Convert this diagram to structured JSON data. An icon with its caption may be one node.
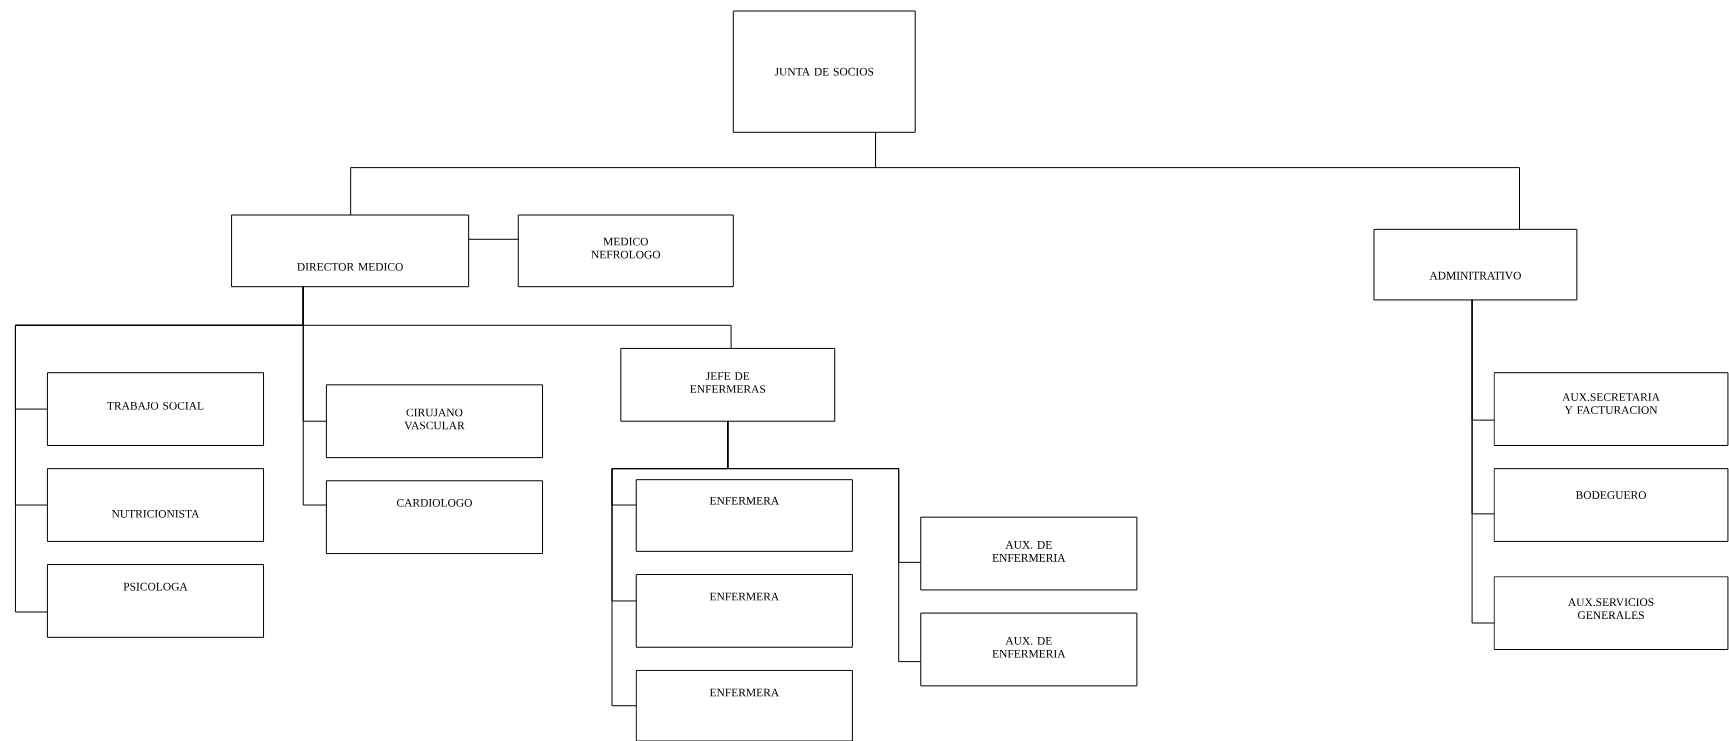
{
  "diagram": {
    "nodes": [
      {
        "text": [
          "JUNTA DE SOCIOS"
        ]
      },
      {
        "text": [
          "DIRECTOR MEDICO"
        ]
      },
      {
        "text": [
          "MEDICO NEFROLOGO"
        ]
      },
      {
        "text": [
          "ADMINITRATIVO"
        ]
      },
      {
        "text": [
          "TRABAJO SOCIAL"
        ]
      },
      {
        "text": [
          "NUTRICIONISTA"
        ]
      },
      {
        "text": [
          "PSICOLOGA"
        ]
      },
      {
        "text": [
          "CIRUJANO VASCULAR"
        ]
      },
      {
        "text": [
          "CARDIOLOGO"
        ]
      },
      {
        "text": [
          "JEFE DE ENFERMERAS"
        ]
      },
      {
        "text": [
          "ENFERMERA"
        ]
      },
      {
        "text": [
          "ENFERMERA"
        ]
      },
      {
        "text": [
          "ENFERMERA"
        ]
      },
      {
        "text": [
          "AUX. DE ENFERMERIA"
        ]
      },
      {
        "text": [
          "AUX. DE ENFERMERIA"
        ]
      },
      {
        "text": [
          "AUX.SECRETARIA Y FACTURACION"
        ]
      },
      {
        "text": [
          "BODEGUERO"
        ]
      },
      {
        "text": [
          "AUX.SERVICIOS GENERALES"
        ]
      }
    ],
    "edges": [
      {
        "from": 0,
        "to": 1,
        "arrow": "none"
      },
      {
        "from": 0,
        "to": 3,
        "arrow": "none"
      },
      {
        "from": 1,
        "to": 2,
        "arrow": "none"
      },
      {
        "from": 1,
        "to": 4,
        "arrow": "none"
      },
      {
        "from": 1,
        "to": 5,
        "arrow": "none"
      },
      {
        "from": 1,
        "to": 6,
        "arrow": "none"
      },
      {
        "from": 1,
        "to": 7,
        "arrow": "none"
      },
      {
        "from": 1,
        "to": 8,
        "arrow": "none"
      },
      {
        "from": 1,
        "to": 9,
        "arrow": "none"
      },
      {
        "from": 9,
        "to": 10,
        "arrow": "none"
      },
      {
        "from": 9,
        "to": 11,
        "arrow": "none"
      },
      {
        "from": 9,
        "to": 12,
        "arrow": "none"
      },
      {
        "from": 9,
        "to": 13,
        "arrow": "none"
      },
      {
        "from": 9,
        "to": 14,
        "arrow": "none"
      },
      {
        "from": 3,
        "to": 15,
        "arrow": "none"
      },
      {
        "from": 3,
        "to": 16,
        "arrow": "none"
      },
      {
        "from": 3,
        "to": 17,
        "arrow": "none"
      }
    ]
  }
}
